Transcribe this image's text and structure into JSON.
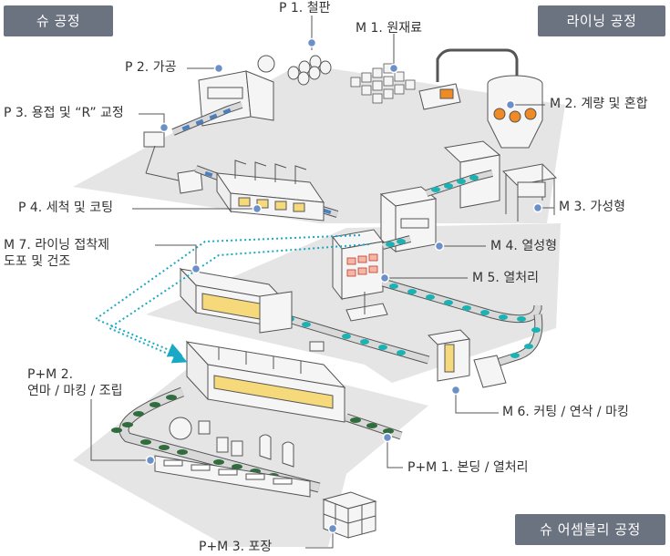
{
  "sections": {
    "shoe": "슈 공정",
    "lining": "라이닝 공정",
    "assembly": "슈 어셈블리 공정"
  },
  "steps": {
    "p1": "P 1. 철판",
    "p2": "P 2. 가공",
    "p3": "P 3. 용접 및 “R” 교정",
    "p4": "P 4. 세척 및 코팅",
    "m1": "M 1. 원재료",
    "m2": "M 2. 계량 및 혼합",
    "m3": "M 3. 가성형",
    "m4": "M 4. 열성형",
    "m5": "M 5. 열처리",
    "m6": "M 6. 커팅 / 연삭 / 마킹",
    "m7a": "M 7. 라이닝 접착제",
    "m7b": "도포 및 건조",
    "pm1": "P+M 1. 본딩 / 열처리",
    "pm2a": "P+M 2.",
    "pm2b": "연마 / 마킹 / 조립",
    "pm3": "P+M 3. 포장"
  },
  "colors": {
    "floor": "#e5e5e5",
    "machine": "#f5f5f5",
    "stroke": "#555555",
    "window": "#f6d97a",
    "conveyor_blue": "#4a7fc1",
    "conveyor_teal": "#19b3b3",
    "part_green": "#2f6d3c",
    "heater_orange": "#f08a24",
    "dot_blue": "#6b8fc9",
    "arrow_teal": "#1aa9c4",
    "badge": "#6b7280"
  }
}
